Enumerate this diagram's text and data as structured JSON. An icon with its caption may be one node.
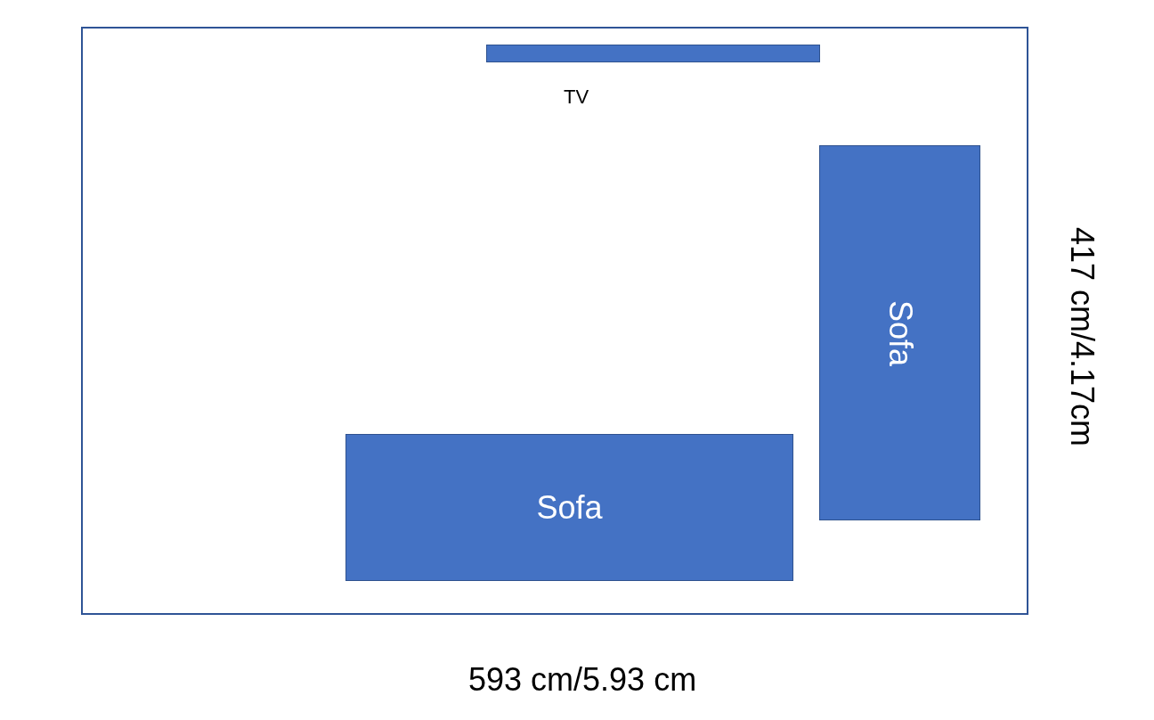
{
  "diagram": {
    "nodes": [
      {
        "text": [],
        "shape": "box"
      },
      {
        "text": [],
        "shape": "bar",
        "in": 0,
        "beside": [
          "TV"
        ]
      },
      {
        "text": [
          "Sofa"
        ],
        "in": 0
      },
      {
        "text": [
          "Sofa"
        ],
        "in": 0
      }
    ],
    "labels": [
      "417 cm/4.17cm",
      "593 cm/5.93 cm"
    ]
  }
}
